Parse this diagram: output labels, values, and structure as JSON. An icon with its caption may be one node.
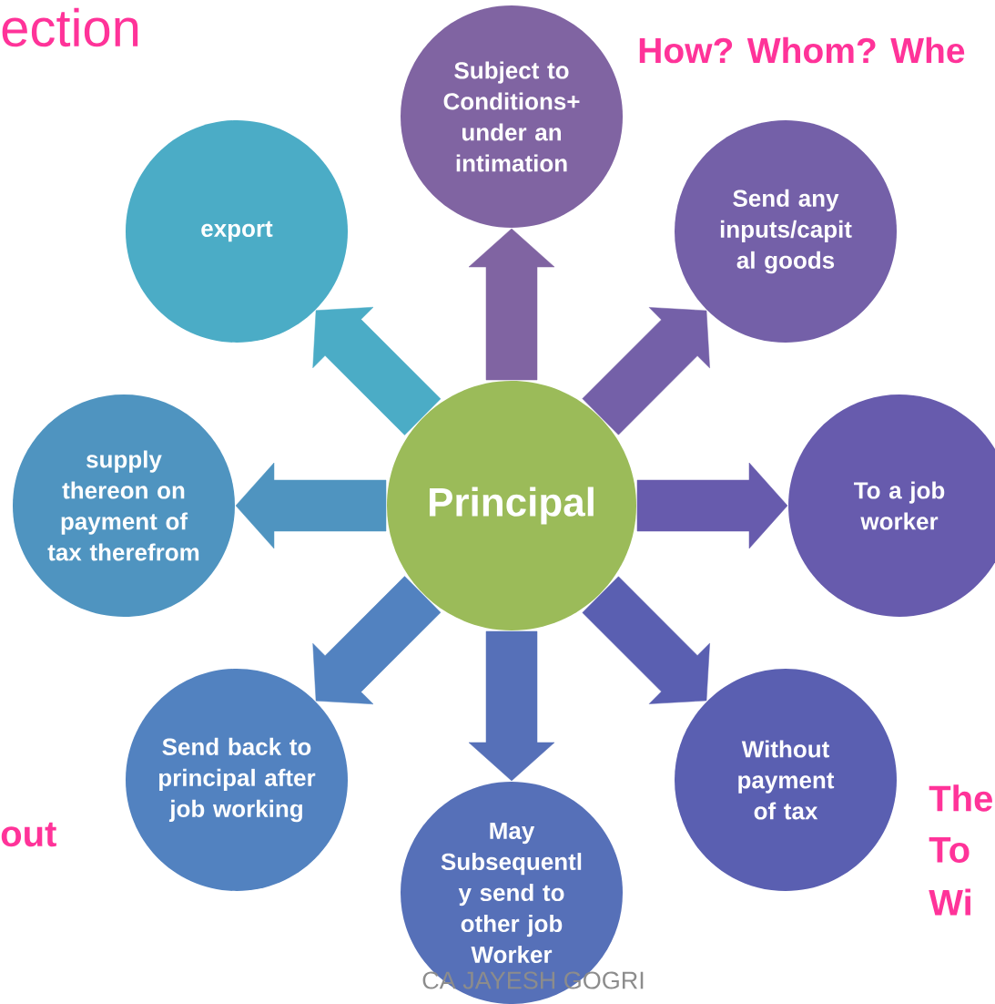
{
  "diagram": {
    "nodes": [
      {
        "text": [
          "Subject to Conditions+ under an intimation"
        ]
      },
      {
        "text": [
          "export"
        ]
      },
      {
        "text": [
          "Send any inputs/capit al goods"
        ]
      },
      {
        "text": [
          "supply thereon on payment of tax therefrom"
        ]
      },
      {
        "text": [
          "Principal"
        ]
      },
      {
        "text": [
          "To a job worker"
        ]
      },
      {
        "text": [
          "Send back to principal after job working"
        ]
      },
      {
        "text": [
          "Without payment of tax"
        ]
      },
      {
        "text": [
          "May Subsequentl y send to other job Worker"
        ]
      }
    ],
    "edges": [
      {
        "from": 4,
        "to": 0,
        "arrow": "to",
        "color": "#8064a2"
      },
      {
        "from": 4,
        "to": 1,
        "arrow": "to",
        "color": "#4bacc6"
      },
      {
        "from": 4,
        "to": 2,
        "arrow": "to",
        "color": "#7460a8"
      },
      {
        "from": 4,
        "to": 3,
        "arrow": "to",
        "color": "#4f94c0"
      },
      {
        "from": 4,
        "to": 5,
        "arrow": "to",
        "color": "#675bad"
      },
      {
        "from": 4,
        "to": 6,
        "arrow": "to",
        "color": "#5282c0"
      },
      {
        "from": 4,
        "to": 7,
        "arrow": "to",
        "color": "#5a5fb1"
      },
      {
        "from": 4,
        "to": 8,
        "arrow": "to",
        "color": "#5670b8"
      }
    ],
    "labels": [
      "ection",
      "How?  Whom? Whe",
      "out",
      "The",
      "To",
      "Wi",
      "CA JAYESH GOGRI"
    ]
  }
}
